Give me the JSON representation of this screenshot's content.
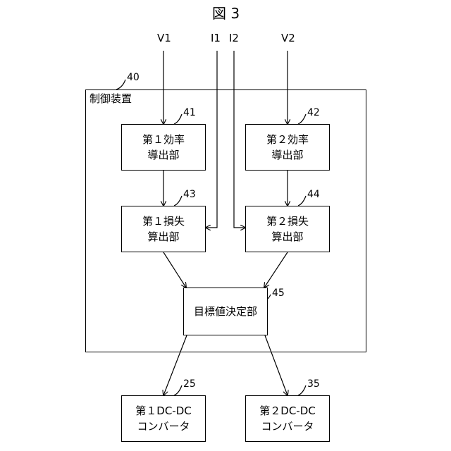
{
  "figure": {
    "title": "図 3"
  },
  "inputs": {
    "v1": "V1",
    "i1": "I1",
    "i2": "I2",
    "v2": "V2"
  },
  "controller": {
    "ref": "40",
    "label": "制御装置"
  },
  "blocks": {
    "eff1": {
      "ref": "41",
      "line1": "第１効率",
      "line2": "導出部"
    },
    "eff2": {
      "ref": "42",
      "line1": "第２効率",
      "line2": "導出部"
    },
    "loss1": {
      "ref": "43",
      "line1": "第１損失",
      "line2": "算出部"
    },
    "loss2": {
      "ref": "44",
      "line1": "第２損失",
      "line2": "算出部"
    },
    "target": {
      "ref": "45",
      "line1": "目標値決定部"
    },
    "dc1": {
      "ref": "25",
      "line1": "第１DC-DC",
      "line2": "コンバータ"
    },
    "dc2": {
      "ref": "35",
      "line1": "第２DC-DC",
      "line2": "コンバータ"
    }
  }
}
